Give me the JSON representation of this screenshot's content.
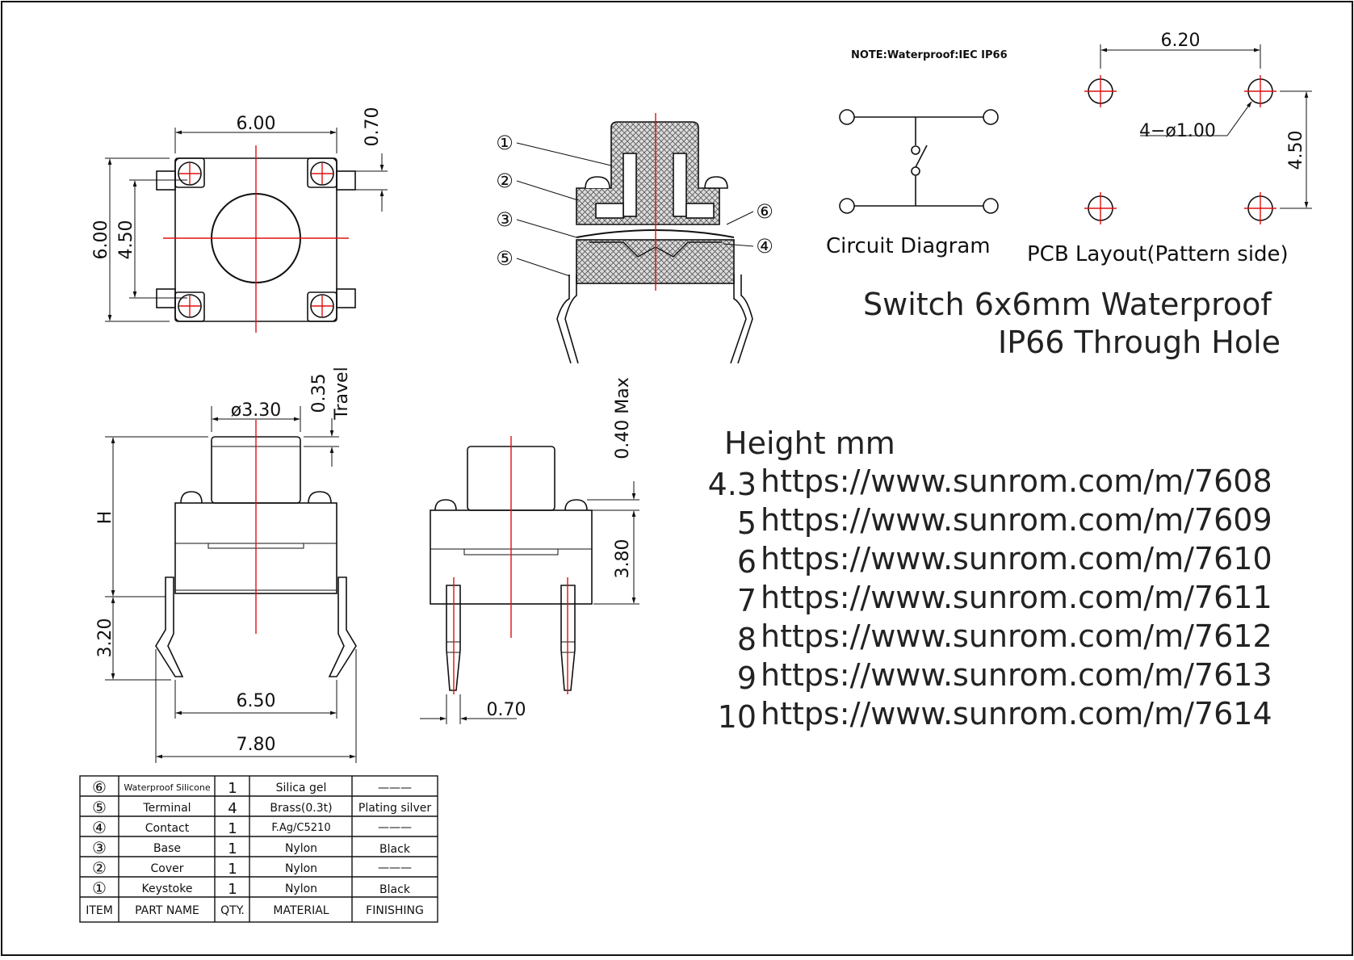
{
  "note": "NOTE:Waterproof:IEC  IP66",
  "title_line1": "Switch 6x6mm Waterproof",
  "title_line2": "IP66 Through Hole",
  "circuit_label": "Circuit  Diagram",
  "pcb_label": "PCB  Layout(Pattern  side)",
  "height_heading": "Height mm",
  "height_rows": [
    {
      "h": "4.3",
      "url": "https://www.sunrom.com/m/7608"
    },
    {
      "h": "5",
      "url": "https://www.sunrom.com/m/7609"
    },
    {
      "h": "6",
      "url": "https://www.sunrom.com/m/7610"
    },
    {
      "h": "7",
      "url": "https://www.sunrom.com/m/7611"
    },
    {
      "h": "8",
      "url": "https://www.sunrom.com/m/7612"
    },
    {
      "h": "9",
      "url": "https://www.sunrom.com/m/7613"
    },
    {
      "h": "10",
      "url": "https://www.sunrom.com/m/7614"
    }
  ],
  "dims": {
    "top_width": "6.00",
    "top_height": "6.00",
    "top_pitch": "4.50",
    "top_tab": "0.70",
    "pcb_width": "6.20",
    "pcb_pitch": "4.50",
    "pcb_hole": "4−ø1.00",
    "plunger_dia": "ø3.30",
    "travel": "0.35",
    "travel_word": "Travel",
    "height_h": "H",
    "leg_len": "3.20",
    "leg_spacing": "6.50",
    "overall": "7.80",
    "max_label": "0.40  Max",
    "body_h": "3.80",
    "pin_w": "0.70"
  },
  "callouts": [
    "①",
    "②",
    "③",
    "④",
    "⑤",
    "⑥"
  ],
  "bom": {
    "headers": [
      "ITEM",
      "PART NAME",
      "QTY.",
      "MATERIAL",
      "FINISHING"
    ],
    "rows": [
      {
        "item": "⑥",
        "part": "Waterproof Silicone",
        "qty": "1",
        "material": "Silica  gel",
        "finishing": "———"
      },
      {
        "item": "⑤",
        "part": "Terminal",
        "qty": "4",
        "material": "Brass(0.3t)",
        "finishing": "Plating silver"
      },
      {
        "item": "④",
        "part": "Contact",
        "qty": "1",
        "material": "F.Ag/C5210",
        "finishing": "———"
      },
      {
        "item": "③",
        "part": "Base",
        "qty": "1",
        "material": "Nylon",
        "finishing": "Black"
      },
      {
        "item": "②",
        "part": "Cover",
        "qty": "1",
        "material": "Nylon",
        "finishing": "———"
      },
      {
        "item": "①",
        "part": "Keystoke",
        "qty": "1",
        "material": "Nylon",
        "finishing": "Black"
      }
    ]
  },
  "colors": {
    "line": "#111111",
    "center": "#e01010",
    "hatch": "#555555"
  }
}
